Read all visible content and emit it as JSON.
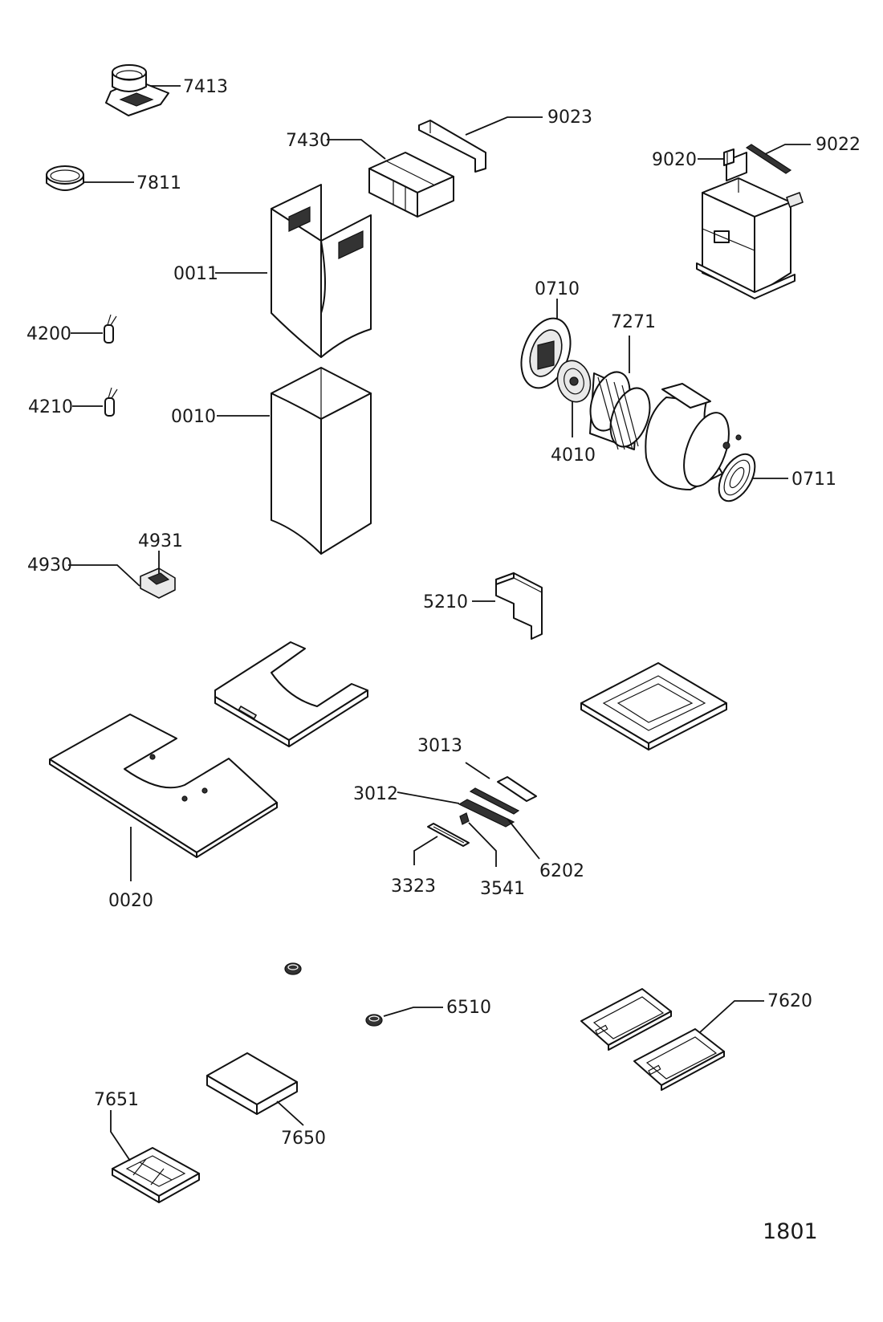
{
  "labels": {
    "p7413": "7413",
    "p7811": "7811",
    "p7430": "7430",
    "p9023": "9023",
    "p9020": "9020",
    "p9022": "9022",
    "p0011": "0011",
    "p4200": "4200",
    "p4210": "4210",
    "p0010": "0010",
    "p0710": "0710",
    "p7271": "7271",
    "p4010": "4010",
    "p0711": "0711",
    "p4931": "4931",
    "p4930": "4930",
    "p5210": "5210",
    "p3013": "3013",
    "p3012": "3012",
    "p6202": "6202",
    "p3323": "3323",
    "p3541": "3541",
    "p0020": "0020",
    "p6510": "6510",
    "p7620": "7620",
    "p7651": "7651",
    "p7650": "7650"
  },
  "page_number": "1801"
}
